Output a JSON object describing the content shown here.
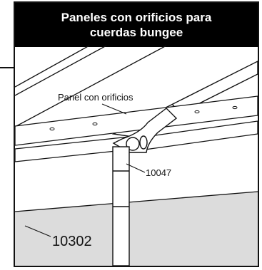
{
  "header": {
    "title_line1": "Paneles con orificios para",
    "title_line2": "cuerdas bungee"
  },
  "callouts": {
    "panel_label": "Panel con orificios",
    "pole_part_number": "10047",
    "wall_part_number": "10302"
  },
  "colors": {
    "header_bg": "#000000",
    "header_text": "#ffffff",
    "line_art": "#111111",
    "wall_fill": "#dcdcdc"
  }
}
